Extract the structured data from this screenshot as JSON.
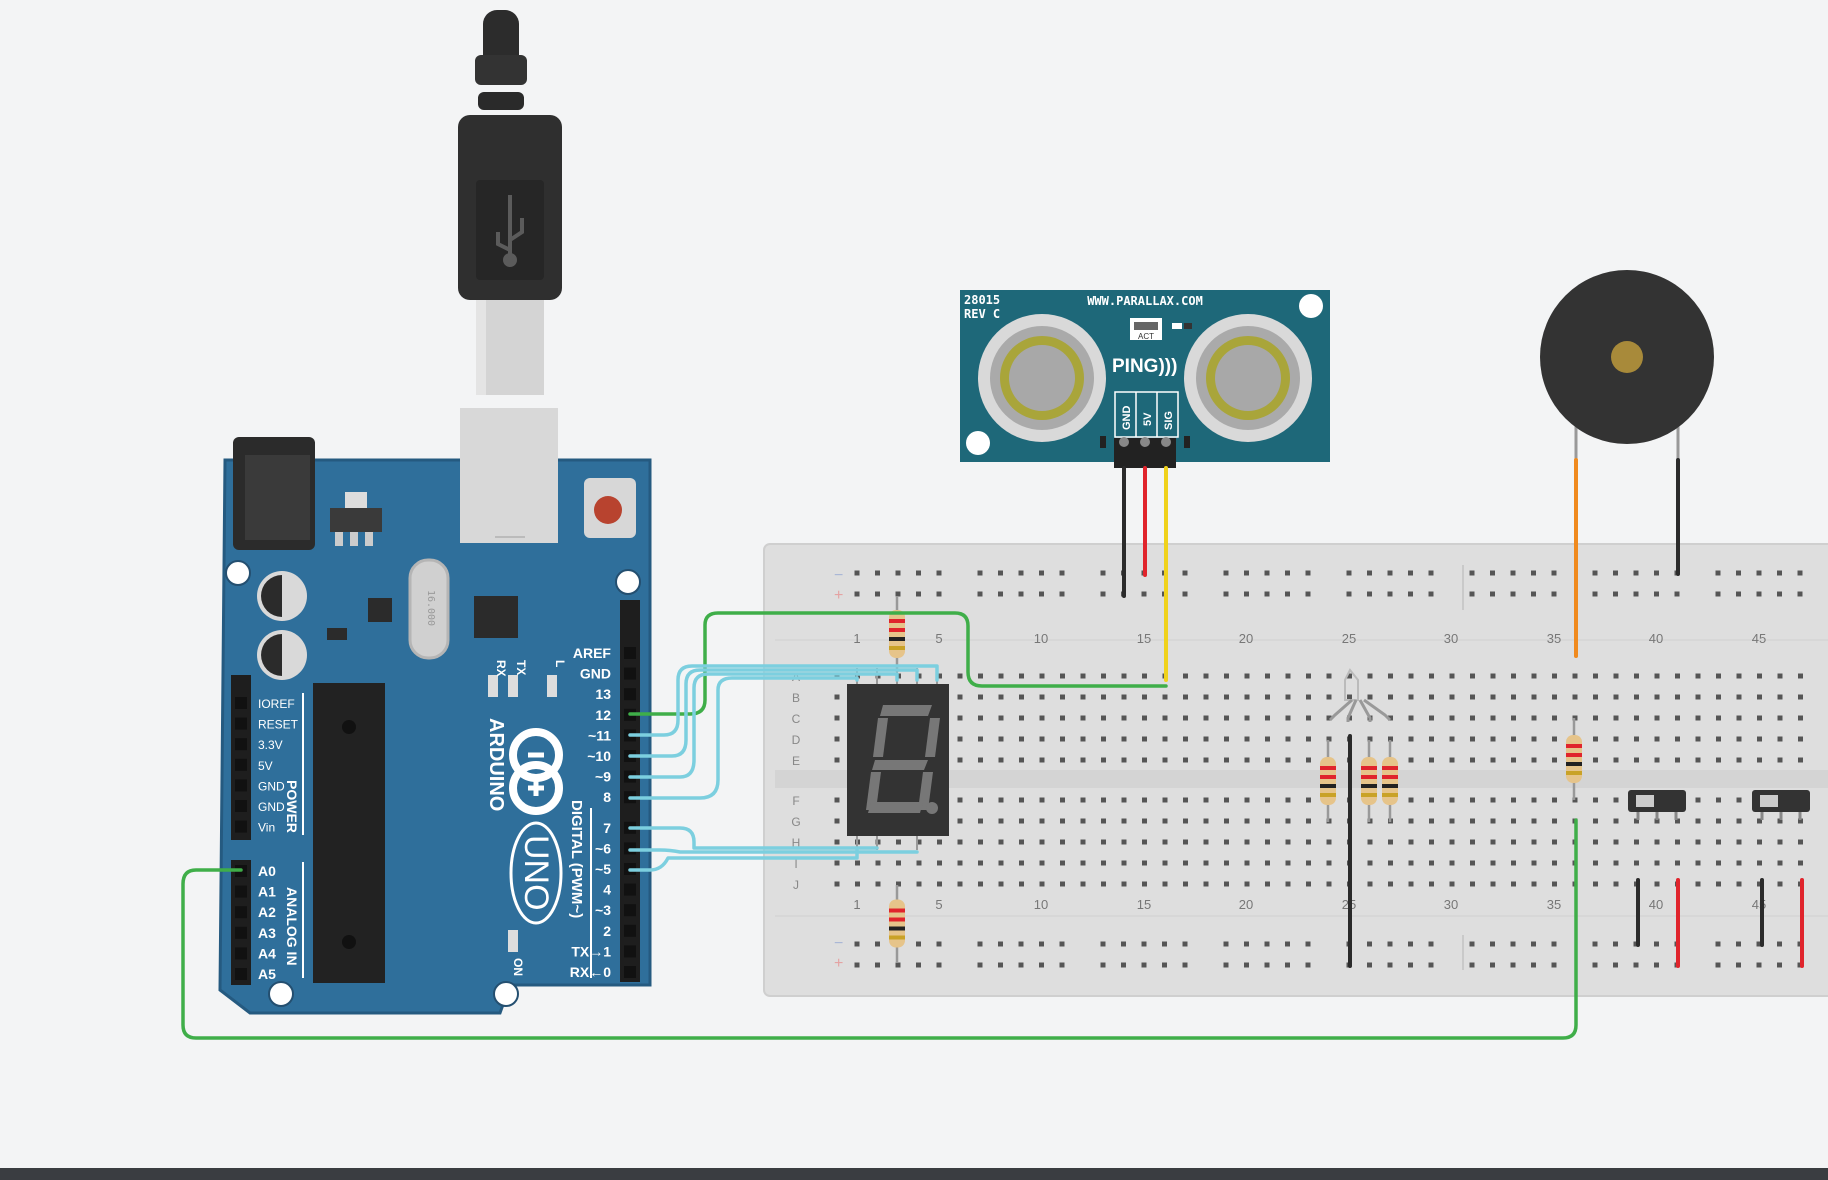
{
  "arduino": {
    "brand": "ARDUINO",
    "model": "UNO",
    "crystal": "16.000",
    "power_section": "POWER",
    "analog_section": "ANALOG IN",
    "digital_section": "DIGITAL (PWM~)",
    "on_label": "ON",
    "led_labels": [
      "RX",
      "TX",
      "L"
    ],
    "power_pins": [
      "IOREF",
      "RESET",
      "3.3V",
      "5V",
      "GND",
      "GND",
      "Vin"
    ],
    "analog_pins": [
      "A0",
      "A1",
      "A2",
      "A3",
      "A4",
      "A5"
    ],
    "digital_pins": [
      "AREF",
      "GND",
      "13",
      "12",
      "~11",
      "~10",
      "~9",
      "8",
      "7",
      "~6",
      "~5",
      "4",
      "~3",
      "2",
      "TX→1",
      "RX←0"
    ]
  },
  "ping_sensor": {
    "part_number": "28015",
    "revision": "REV C",
    "website": "WWW.PARALLAX.COM",
    "name": "PING)))",
    "act_label": "ACT",
    "pins": [
      "GND",
      "5V",
      "SIG"
    ]
  },
  "breadboard": {
    "column_numbers": [
      "1",
      "5",
      "10",
      "15",
      "20",
      "25",
      "30",
      "35",
      "40",
      "45"
    ],
    "row_letters_top": [
      "A",
      "B",
      "C",
      "D",
      "E"
    ],
    "row_letters_bottom": [
      "F",
      "G",
      "H",
      "I",
      "J"
    ],
    "rail_minus": "−",
    "rail_plus": "+"
  },
  "colors": {
    "arduino_blue": "#2f6f9b",
    "breadboard": "#dedede",
    "wire_green": "#3fae49",
    "wire_cyan": "#7ccfdf",
    "wire_red": "#e0242c",
    "wire_yellow": "#f0d21c",
    "wire_orange": "#f08a1e",
    "wire_black": "#2b2b2b",
    "ping_teal": "#1e6879"
  }
}
